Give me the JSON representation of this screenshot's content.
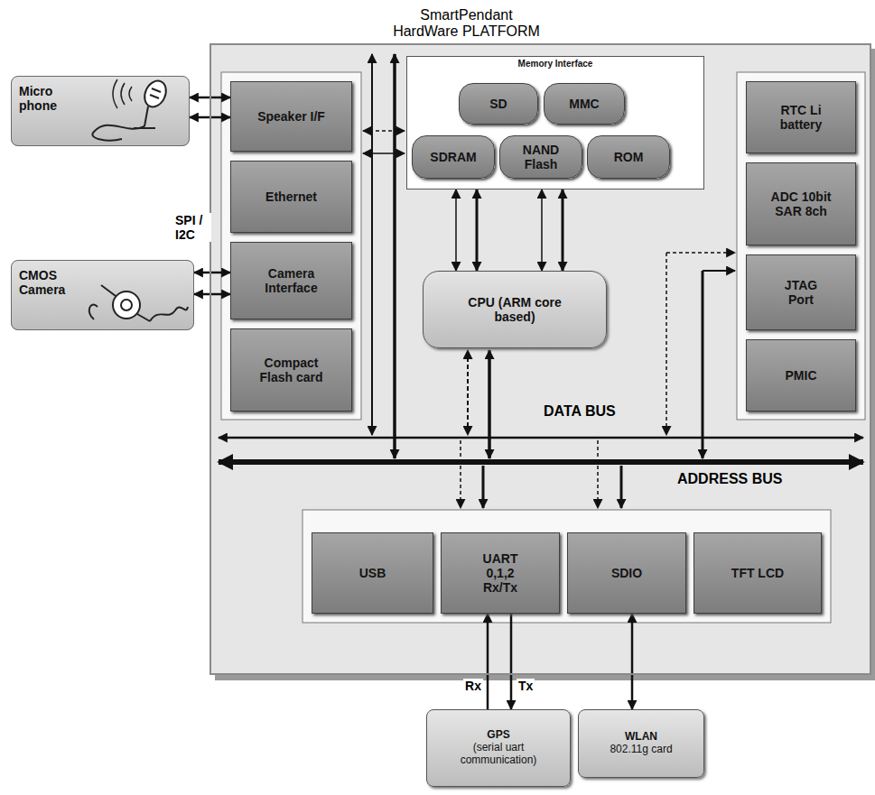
{
  "diagram": {
    "nodes": [
      {
        "text": [
          "SmartPendant HardWare PLATFORM"
        ]
      },
      {
        "text": [
          "Micro phone"
        ]
      },
      {
        "text": [
          "Speaker I/F"
        ],
        "in": 0
      },
      {
        "text": [
          "Ethernet"
        ],
        "in": 0
      },
      {
        "text": [
          "CMOS Camera"
        ]
      },
      {
        "text": [
          "Camera Interface"
        ],
        "in": 0
      },
      {
        "text": [
          "Compact Flash card"
        ],
        "in": 0
      },
      {
        "text": [
          "Memory Interface"
        ],
        "in": 0
      },
      {
        "text": [
          "SD"
        ],
        "in": 7
      },
      {
        "text": [
          "MMC"
        ],
        "in": 7
      },
      {
        "text": [
          "SDRAM"
        ],
        "in": 7
      },
      {
        "text": [
          "NAND Flash"
        ],
        "in": 7
      },
      {
        "text": [
          "ROM"
        ],
        "in": 7
      },
      {
        "text": [
          "CPU (ARM core based)"
        ],
        "in": 0
      },
      {
        "text": [
          "RTC Li battery"
        ],
        "in": 0
      },
      {
        "text": [
          "ADC 10bit SAR 8ch"
        ],
        "in": 0
      },
      {
        "text": [
          "JTAG Port"
        ],
        "in": 0
      },
      {
        "text": [
          "PMIC"
        ],
        "in": 0
      },
      {
        "text": [
          "USB"
        ],
        "in": 0
      },
      {
        "text": [
          "UART 0,1,2 Rx/Tx"
        ],
        "in": 0
      },
      {
        "text": [
          "SDIO"
        ],
        "in": 0
      },
      {
        "text": [
          "TFT LCD"
        ],
        "in": 0
      },
      {
        "text": [
          "GPS",
          "(serial uart communication)"
        ]
      },
      {
        "text": [
          "WLAN",
          "802.11g card"
        ]
      }
    ],
    "edges": [
      {
        "from": 1,
        "to": 2,
        "arrow": "both"
      },
      {
        "from": 1,
        "to": 2,
        "arrow": "both"
      },
      {
        "from": 4,
        "to": 5,
        "arrow": "both"
      },
      {
        "from": 4,
        "to": 5,
        "arrow": "both"
      },
      {
        "from": 7,
        "to": 13,
        "arrow": "both"
      },
      {
        "from": 7,
        "to": 13,
        "arrow": "both"
      },
      {
        "from": 7,
        "to": 13,
        "arrow": "both"
      },
      {
        "from": 7,
        "to": 13,
        "arrow": "both"
      },
      {
        "from": 22,
        "to": 19,
        "label": "Rx",
        "arrow": "to"
      },
      {
        "from": 19,
        "to": 22,
        "label": "Tx",
        "arrow": "to"
      },
      {
        "from": 20,
        "to": 23,
        "arrow": "both"
      }
    ],
    "labels": [
      "SPI / I2C",
      "DATA BUS",
      "ADDRESS BUS"
    ]
  }
}
